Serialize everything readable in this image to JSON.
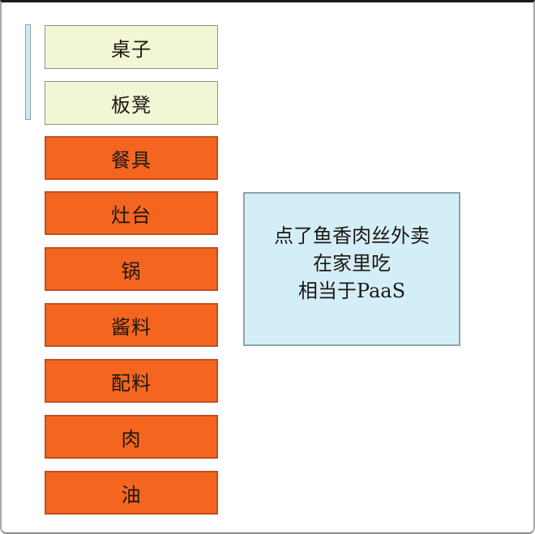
{
  "colors": {
    "cream_fill": "#f2f6d4",
    "cream_border": "#8f9484",
    "orange_fill": "#f4661f",
    "orange_border": "#c04e22",
    "note_fill": "#d4eef8",
    "note_border": "#8fa3ab",
    "bar_fill": "#cfe9f5",
    "bar_border": "#8aa0a8",
    "text": "#1d1713"
  },
  "stack": {
    "items": [
      {
        "label": "桌子",
        "type": "cream"
      },
      {
        "label": "板凳",
        "type": "cream"
      },
      {
        "label": "餐具",
        "type": "orange"
      },
      {
        "label": "灶台",
        "type": "orange"
      },
      {
        "label": "锅",
        "type": "orange"
      },
      {
        "label": "酱料",
        "type": "orange"
      },
      {
        "label": "配料",
        "type": "orange"
      },
      {
        "label": "肉",
        "type": "orange"
      },
      {
        "label": "油",
        "type": "orange"
      }
    ]
  },
  "note": {
    "lines": [
      "点了鱼香肉丝外卖",
      "在家里吃",
      "相当于PaaS"
    ]
  }
}
